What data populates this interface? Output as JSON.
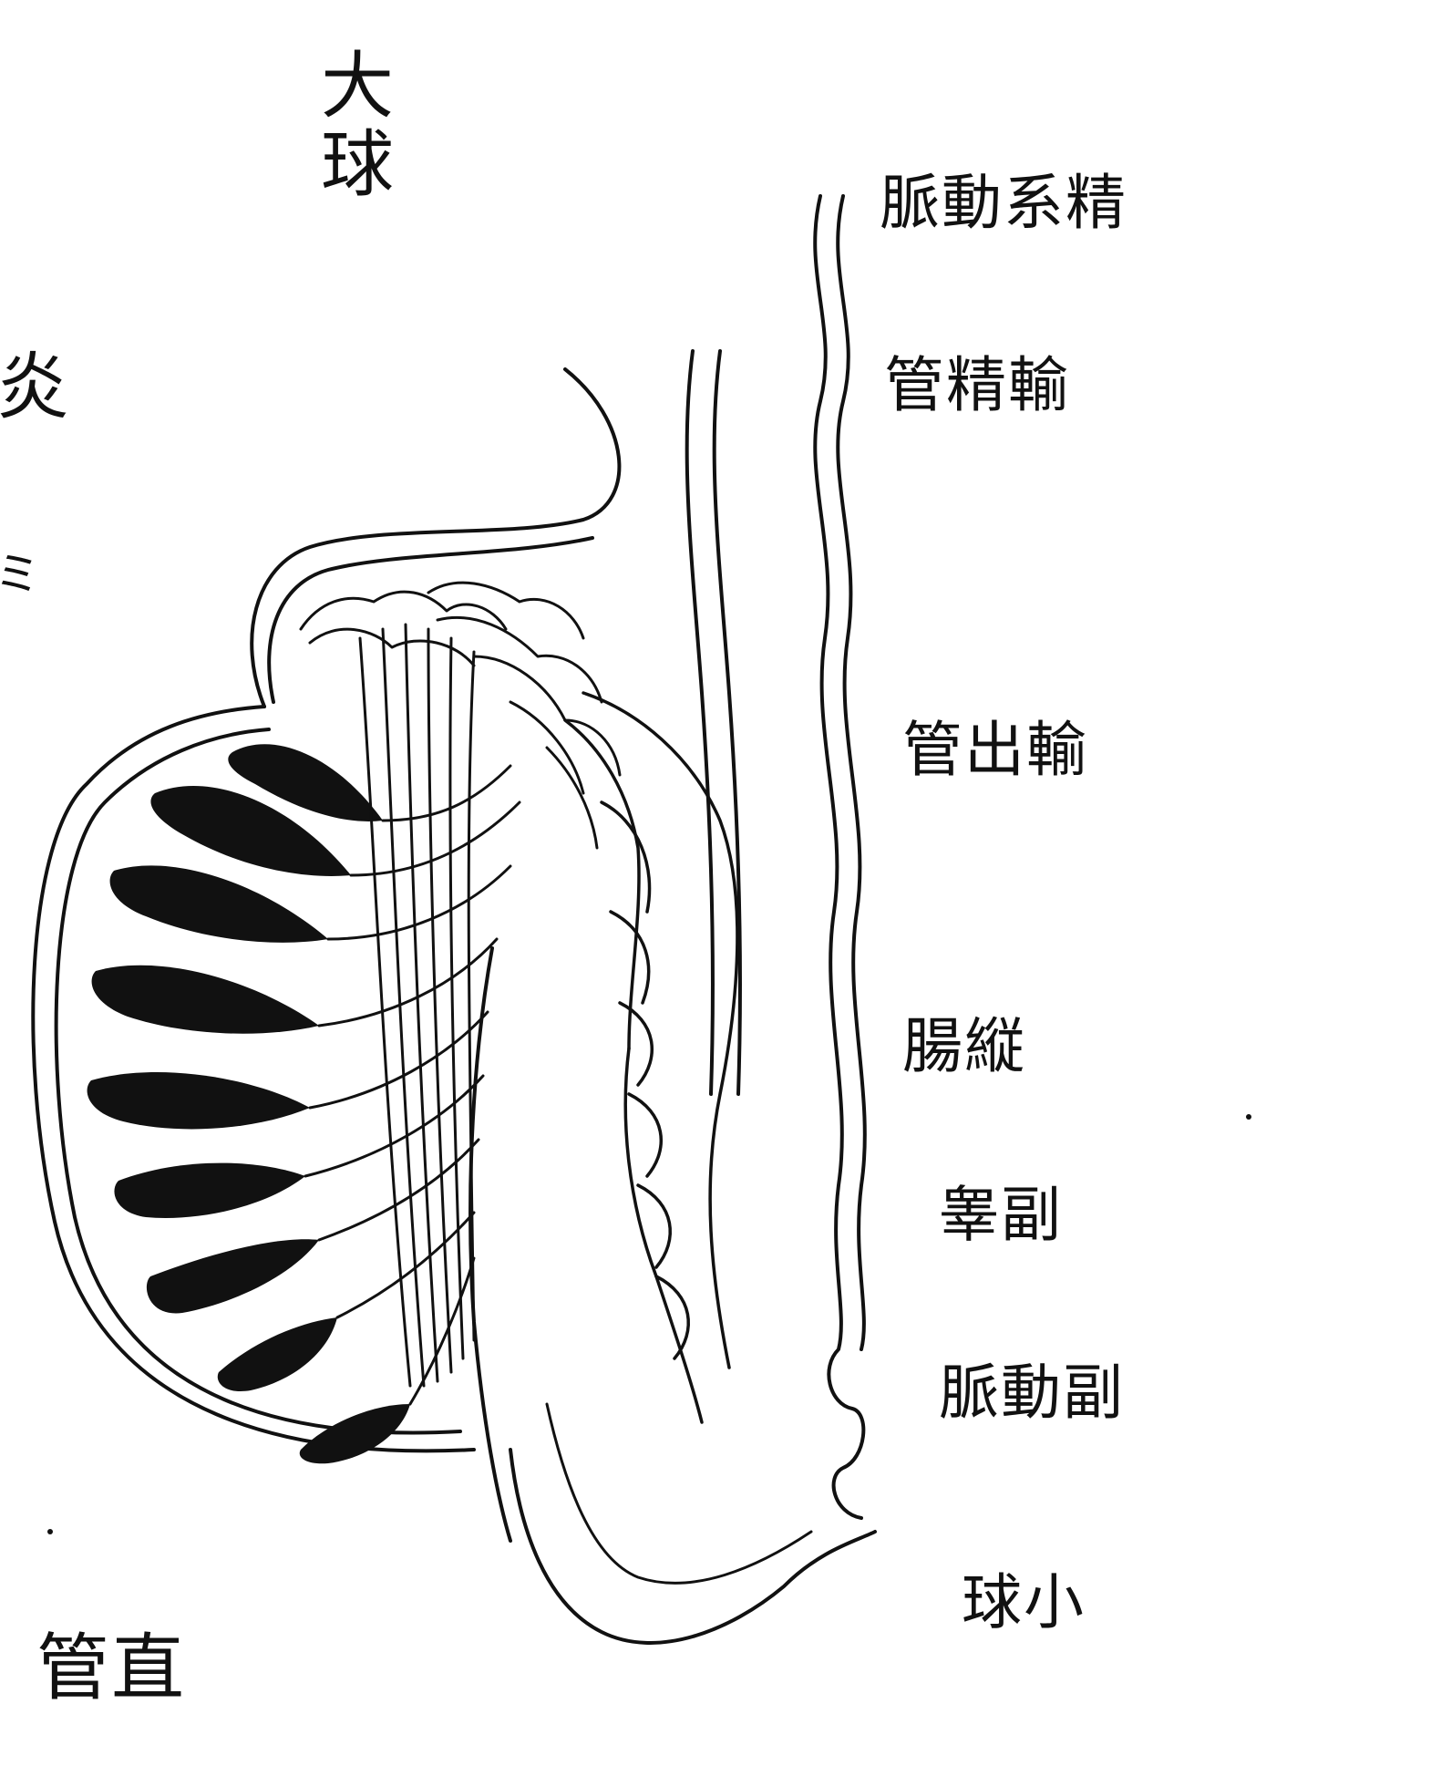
{
  "colors": {
    "ink": "#111111",
    "paper": "#ffffff"
  },
  "labels": {
    "da_qiu": "大球",
    "left_upper": "炎",
    "left_small": "ミ",
    "vein_label": "脈動系精",
    "duct_a": "管精輸",
    "duct_b": "管出輸",
    "duct_c": "腸縦",
    "epididymis": "睾副",
    "epididymal_vein": "脈動副",
    "small_globe": "球小",
    "straight_duct": "管直"
  }
}
